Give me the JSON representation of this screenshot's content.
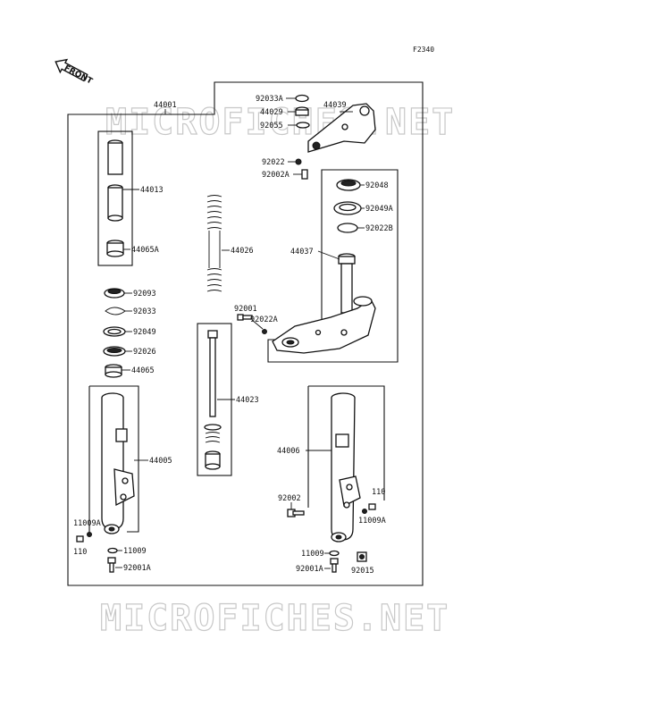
{
  "diagram_code": "F2340",
  "front_label": "FRONT",
  "watermark": "MICROFICHES.NET",
  "parts": {
    "p44001": "44001",
    "p44013": "44013",
    "p44065A": "44065A",
    "p44026": "44026",
    "p92093": "92093",
    "p92033": "92033",
    "p92049": "92049",
    "p92026": "92026",
    "p44065": "44065",
    "p44005": "44005",
    "p11009A_l": "11009A",
    "p110_l": "110",
    "p11009_l": "11009",
    "p92001A_l": "92001A",
    "p44023": "44023",
    "p92033A": "92033A",
    "p44029": "44029",
    "p44039": "44039",
    "p92055": "92055",
    "p92022": "92022",
    "p92002A": "92002A",
    "p92048": "92048",
    "p92049A": "92049A",
    "p92022B": "92022B",
    "p44037": "44037",
    "p92001": "92001",
    "p92022A": "92022A",
    "p44006": "44006",
    "p92002": "92002",
    "p110_r": "110",
    "p11009A_r": "11009A",
    "p11009_r": "11009",
    "p92001A_r": "92001A",
    "p92015": "92015"
  }
}
